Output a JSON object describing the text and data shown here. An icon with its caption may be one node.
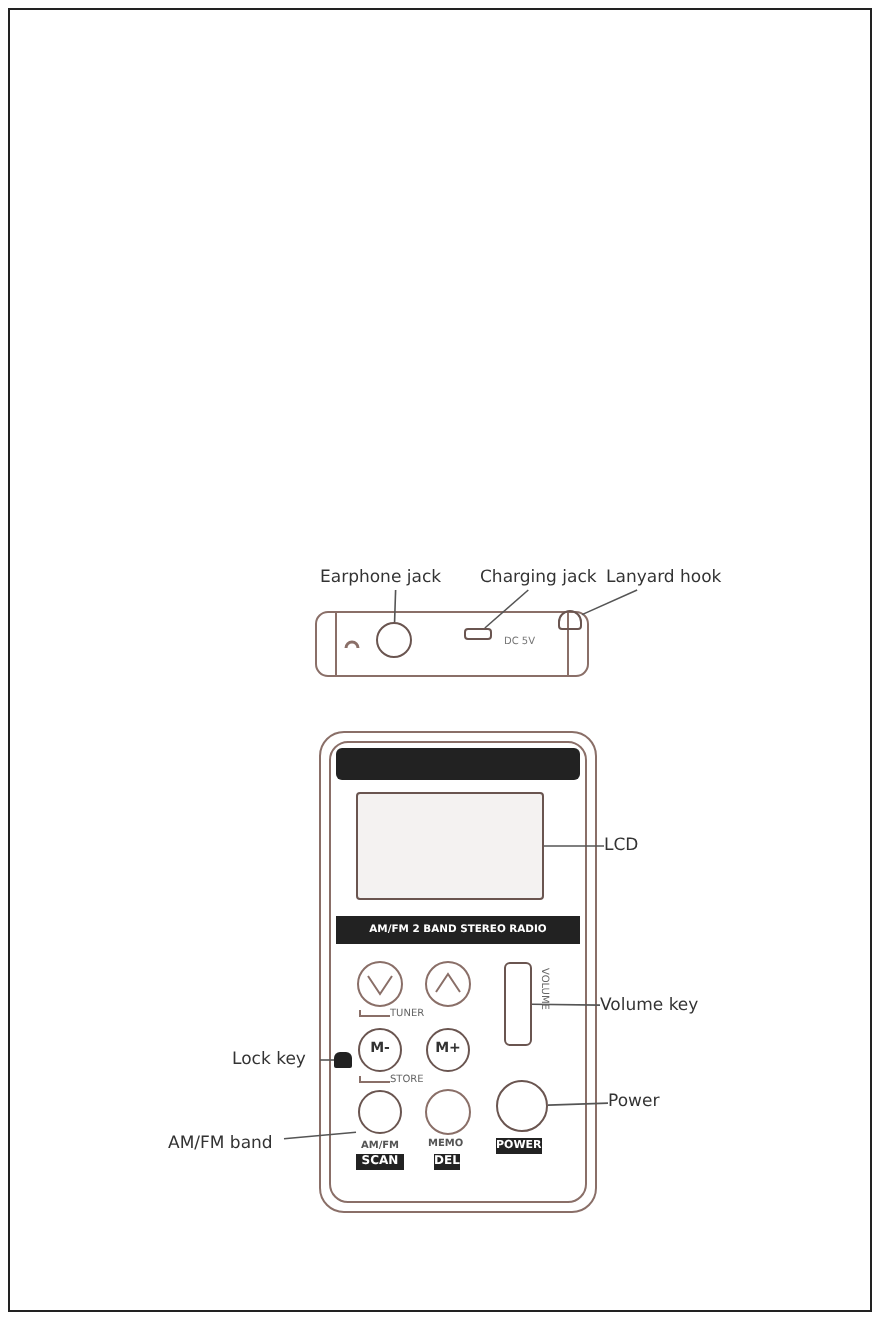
{
  "diagram": {
    "nodes": [
      {
        "text": [
          "Earphone jack"
        ]
      },
      {
        "text": [
          "Charging jack"
        ]
      },
      {
        "text": [
          "Lanyard hook"
        ]
      },
      {
        "text": [],
        "shape": "circle"
      },
      {
        "text": [],
        "shape": "box"
      },
      {
        "text": [],
        "shape": "hook"
      },
      {
        "text": [],
        "shape": "box"
      },
      {
        "text": [
          "LCD"
        ]
      },
      {
        "text": [
          "AM/FM 2 BAND STEREO RADIO"
        ]
      },
      {
        "text": [],
        "shape": "bar"
      },
      {
        "text": [
          "Volume key"
        ]
      },
      {
        "text": [
          "M-"
        ]
      },
      {
        "text": [
          "M+"
        ]
      },
      {
        "text": [
          "Lock key"
        ]
      },
      {
        "text": [],
        "shape": "lock"
      },
      {
        "text": [],
        "shape": "circle",
        "beside": [
          "POWER"
        ]
      },
      {
        "text": [
          "Power"
        ]
      },
      {
        "text": [
          "AM/FM band"
        ]
      },
      {
        "text": [
          "AM/FM",
          "SCAN"
        ]
      }
    ],
    "edges": [
      {
        "from": 0,
        "to": 3,
        "arrow": "none"
      },
      {
        "from": 1,
        "to": 4,
        "arrow": "none"
      },
      {
        "from": 2,
        "to": 5,
        "arrow": "none"
      },
      {
        "from": 7,
        "to": 6,
        "arrow": "none"
      },
      {
        "from": 10,
        "to": 9,
        "arrow": "none"
      },
      {
        "from": 13,
        "to": 14,
        "arrow": "none"
      },
      {
        "from": 16,
        "to": 15,
        "arrow": "none"
      },
      {
        "from": 17,
        "to": 18,
        "arrow": "none"
      }
    ],
    "labels": [
      "DC 5V",
      "TUNER",
      "STORE",
      "MEMO",
      "DEL",
      "VOLUME"
    ]
  }
}
